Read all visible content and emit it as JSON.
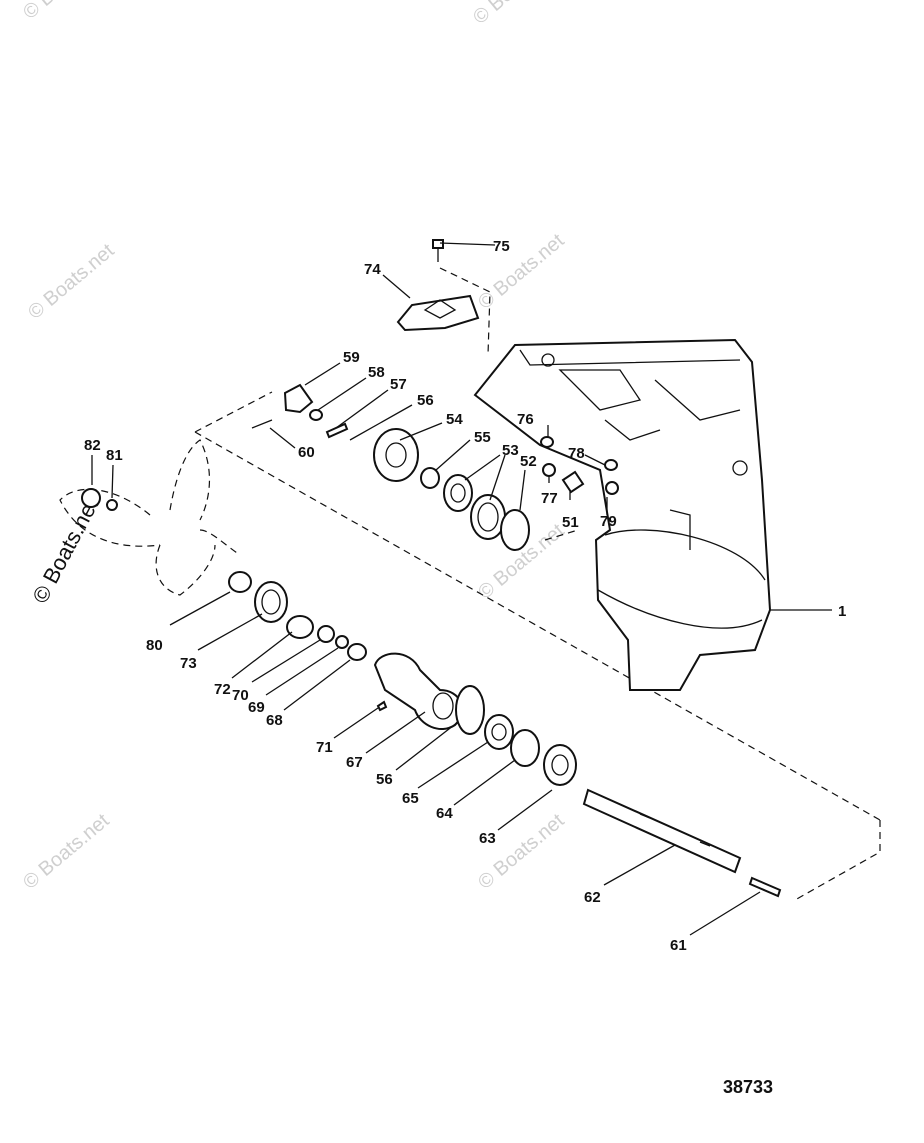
{
  "diagram": {
    "reference_number": "38733",
    "watermark_text": "© Boats.net",
    "callouts": {
      "c1": "1",
      "c51": "51",
      "c52": "52",
      "c53": "53",
      "c54": "54",
      "c55": "55",
      "c56a": "56",
      "c56b": "56",
      "c57": "57",
      "c58": "58",
      "c59": "59",
      "c60": "60",
      "c61": "61",
      "c62": "62",
      "c63": "63",
      "c64": "64",
      "c65": "65",
      "c67": "67",
      "c68": "68",
      "c69": "69",
      "c70": "70",
      "c71": "71",
      "c72": "72",
      "c73": "73",
      "c74": "74",
      "c75": "75",
      "c76": "76",
      "c77": "77",
      "c78": "78",
      "c79": "79",
      "c80": "80",
      "c81": "81",
      "c82": "82"
    }
  }
}
